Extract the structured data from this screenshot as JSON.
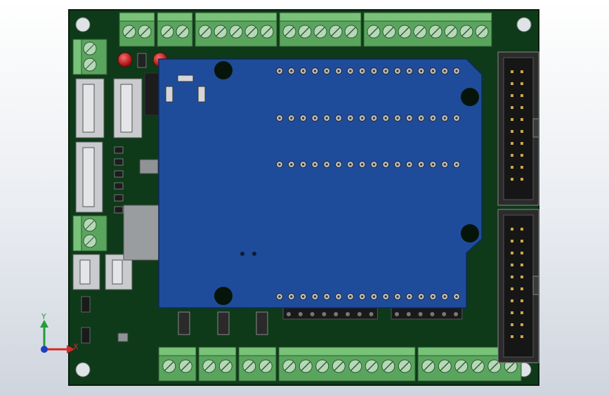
{
  "viewport": {
    "background_top": "#ffffff",
    "background_bottom": "#cfd5de"
  },
  "axes": {
    "x_label": "X",
    "y_label": "Y",
    "x_color": "#d12a2a",
    "y_color": "#1f9e3a",
    "origin_color": "#1f3fbf"
  },
  "pcb": {
    "color": "#0e3a19",
    "edge_color": "#081f0d"
  },
  "shield": {
    "color": "#1f4c9a",
    "edge_color": "#0f2a5c"
  },
  "terminal": {
    "body_color": "#5aa55e",
    "top_color": "#78c27a",
    "screw_color": "#b7d8b8"
  },
  "top_terminals": [
    2,
    2,
    5,
    5,
    8
  ],
  "bottom_terminals": [
    2,
    2,
    2,
    8,
    6
  ],
  "left_terminals": [
    2,
    2
  ],
  "shield_header_rows": [
    16,
    16,
    16,
    16
  ],
  "idc_headers": [
    2,
    2
  ],
  "leds": {
    "color": "#c21a1a"
  }
}
